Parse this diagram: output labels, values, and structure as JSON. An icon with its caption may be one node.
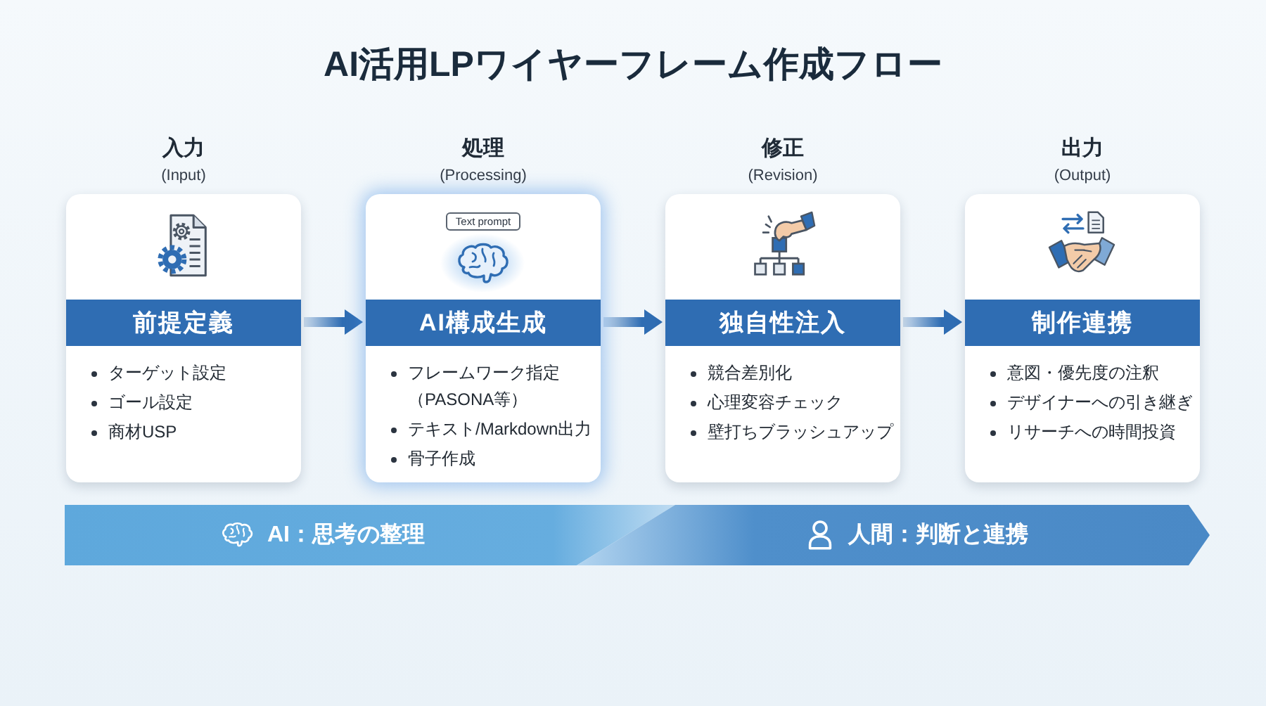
{
  "diagram": {
    "title": "AI活用LPワイヤーフレーム作成フロー",
    "nodes": [
      {
        "text": [
          "入力",
          "(Input)",
          "ターゲット設定",
          "ゴール設定",
          "商材USP"
        ]
      },
      {
        "text": [
          "前提定義"
        ],
        "in": 0
      },
      {
        "text": [
          "処理",
          "(Processing)",
          "フレームワーク指定（PASONA等）",
          "テキスト/Markdown出力",
          "骨子作成"
        ]
      },
      {
        "text": [
          "Text prompt"
        ],
        "in": 2
      },
      {
        "text": [
          "AI構成生成"
        ],
        "in": 2
      },
      {
        "text": [
          "修正",
          "(Revision)",
          "競合差別化",
          "心理変容チェック",
          "壁打ちブラッシュアップ"
        ]
      },
      {
        "text": [
          "独自性注入"
        ],
        "in": 5
      },
      {
        "text": [
          "出力",
          "(Output)",
          "意図・優先度の注釈",
          "デザイナーへの引き継ぎ",
          "リサーチへの時間投資"
        ]
      },
      {
        "text": [
          "制作連携"
        ],
        "in": 7
      },
      {
        "text": [
          "AI：思考の整理"
        ]
      },
      {
        "text": [
          "人間：判断と連携"
        ]
      }
    ],
    "edges": [
      {
        "from": 0,
        "to": 2,
        "arrow": "to"
      },
      {
        "from": 2,
        "to": 5,
        "arrow": "to"
      },
      {
        "from": 5,
        "to": 7,
        "arrow": "to"
      }
    ]
  }
}
